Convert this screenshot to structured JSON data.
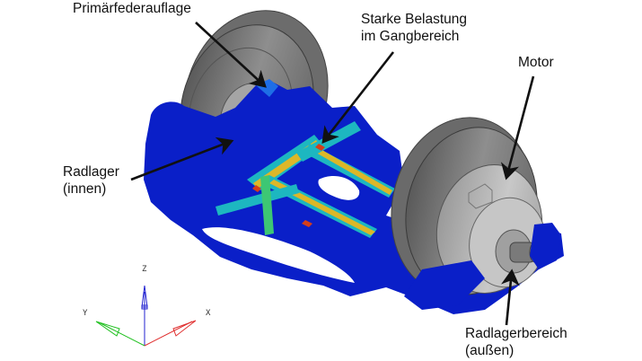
{
  "figure": {
    "description": "Topology optimization result of a bogie frame / axle bearing structure with stress coloring",
    "colors": {
      "background": "#ffffff",
      "structure_low": "#0a1fc8",
      "structure_low_mid": "#1e6ee6",
      "structure_mid": "#1fc0c0",
      "structure_mid_high": "#40d070",
      "structure_high": "#e8c020",
      "structure_peak": "#e04010",
      "wheel": "#8c8c8c",
      "wheel_dark": "#5e5e5e",
      "wheel_light": "#c4c4c4",
      "arrow": "#111111"
    }
  },
  "annotations": [
    {
      "id": "primaerfederauflage",
      "lines": [
        "Primärfederauflage"
      ]
    },
    {
      "id": "starke-belastung",
      "lines": [
        "Starke Belastung",
        "im Gangbereich"
      ]
    },
    {
      "id": "motor",
      "lines": [
        "Motor"
      ]
    },
    {
      "id": "radlager-innen",
      "lines": [
        "Radlager",
        "(innen)"
      ]
    },
    {
      "id": "radlagerbereich-aussen",
      "lines": [
        "Radlagerbereich",
        "(außen)"
      ]
    }
  ],
  "axis_triad": {
    "z": {
      "label": "Z",
      "color": "#2020d0"
    },
    "y": {
      "label": "Y",
      "color": "#20c020"
    },
    "x": {
      "label": "X",
      "color": "#e03030"
    }
  }
}
